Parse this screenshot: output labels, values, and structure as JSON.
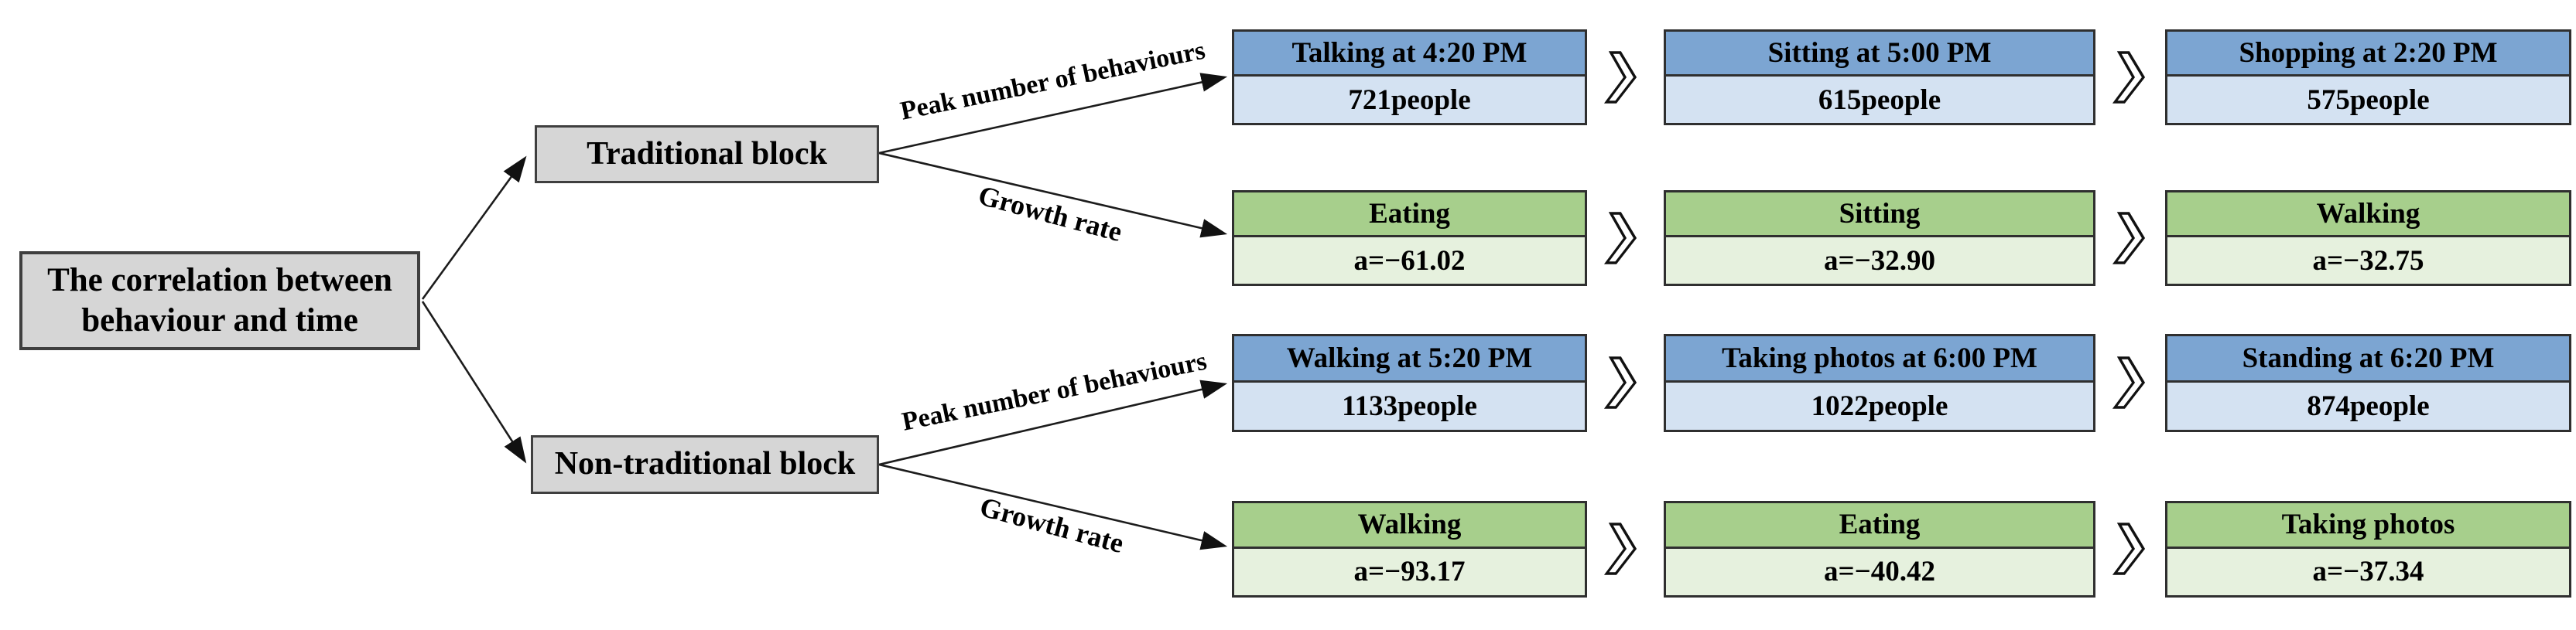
{
  "diagram": {
    "root_label": "The correlation between behaviour and time",
    "branches": [
      {
        "label": "Traditional block",
        "peak_label": "Peak number of behaviours",
        "growth_label": "Growth rate",
        "peak_items": [
          {
            "title": "Talking at 4:20 PM",
            "value": "721people"
          },
          {
            "title": "Sitting at 5:00 PM",
            "value": "615people"
          },
          {
            "title": "Shopping at 2:20 PM",
            "value": "575people"
          }
        ],
        "growth_items": [
          {
            "title": "Eating",
            "value": "a=−61.02"
          },
          {
            "title": "Sitting",
            "value": "a=−32.90"
          },
          {
            "title": "Walking",
            "value": "a=−32.75"
          }
        ]
      },
      {
        "label": "Non-traditional block",
        "peak_label": "Peak number of behaviours",
        "growth_label": "Growth rate",
        "peak_items": [
          {
            "title": "Walking at 5:20 PM",
            "value": "1133people"
          },
          {
            "title": "Taking photos at 6:00 PM",
            "value": "1022people"
          },
          {
            "title": "Standing at 6:20 PM",
            "value": "874people"
          }
        ],
        "growth_items": [
          {
            "title": "Walking",
            "value": "a=−93.17"
          },
          {
            "title": "Eating",
            "value": "a=−40.42"
          },
          {
            "title": "Taking photos",
            "value": "a=−37.34"
          }
        ]
      }
    ],
    "colors": {
      "peak_header": "#7ca5d2",
      "peak_body": "#d4e2f2",
      "growth_header": "#a7cf8c",
      "growth_body": "#e6f1de",
      "node_fill": "#d6d6d6",
      "node_border": "#3f3f3f",
      "border_dark": "#2f2f2f"
    }
  }
}
